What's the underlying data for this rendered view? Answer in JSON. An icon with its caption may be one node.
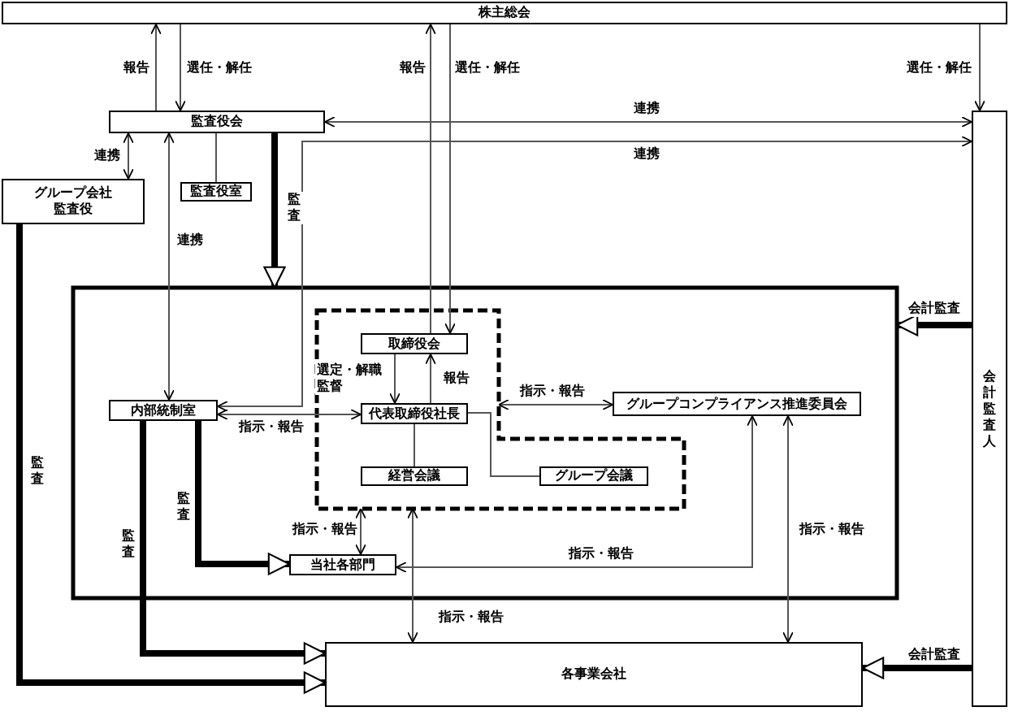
{
  "diagram": {
    "nodes": [
      {
        "text": [
          "株主総会"
        ]
      },
      {
        "text": [
          "監査役会"
        ]
      },
      {
        "text": [
          "監査役室"
        ]
      },
      {
        "text": [
          "グループ会社監査役"
        ]
      },
      {
        "text": [
          "会計監査人"
        ]
      },
      {
        "text": [],
        "shape": "box"
      },
      {
        "text": [],
        "shape": "box",
        "in": 5
      },
      {
        "text": [
          "取締役会"
        ],
        "in": 6
      },
      {
        "text": [
          "代表取締役社長"
        ],
        "in": 6
      },
      {
        "text": [
          "経営会議"
        ],
        "in": 6
      },
      {
        "text": [
          "グループ会議"
        ],
        "in": 6
      },
      {
        "text": [
          "内部統制室"
        ],
        "in": 5
      },
      {
        "text": [
          "グループコンプライアンス推進委員会"
        ],
        "in": 5
      },
      {
        "text": [
          "当社各部門"
        ],
        "in": 5
      },
      {
        "text": [
          "各事業会社"
        ]
      }
    ],
    "edges": [
      {
        "from": 1,
        "to": 0,
        "arrow": "to",
        "label": "報告"
      },
      {
        "from": 0,
        "to": 1,
        "arrow": "to",
        "label": "選任・解任"
      },
      {
        "from": 7,
        "to": 0,
        "arrow": "to",
        "label": "報告"
      },
      {
        "from": 0,
        "to": 7,
        "arrow": "to",
        "label": "選任・解任"
      },
      {
        "from": 0,
        "to": 4,
        "arrow": "to",
        "label": "選任・解任"
      },
      {
        "from": 1,
        "to": 4,
        "arrow": "both",
        "label": "連携"
      },
      {
        "from": 11,
        "to": 4,
        "arrow": "both",
        "label": "連携"
      },
      {
        "from": 1,
        "to": 3,
        "arrow": "both",
        "label": "連携"
      },
      {
        "from": 1,
        "to": 2,
        "arrow": "none"
      },
      {
        "from": 11,
        "to": 1,
        "arrow": "both",
        "label": "連携"
      },
      {
        "from": 1,
        "to": 5,
        "arrow": "to",
        "label": "監査",
        "style": "thick"
      },
      {
        "from": 4,
        "to": 5,
        "arrow": "to",
        "label": "会計監査",
        "style": "thick"
      },
      {
        "from": 7,
        "to": 8,
        "arrow": "to",
        "label": "選定・解職監督"
      },
      {
        "from": 8,
        "to": 7,
        "arrow": "to",
        "label": "報告"
      },
      {
        "from": 11,
        "to": 8,
        "arrow": "both",
        "label": "指示・報告"
      },
      {
        "from": 8,
        "to": 9,
        "arrow": "none"
      },
      {
        "from": 8,
        "to": 10,
        "arrow": "none"
      },
      {
        "from": 6,
        "to": 12,
        "arrow": "both",
        "label": "指示・報告"
      },
      {
        "from": 6,
        "to": 13,
        "arrow": "both",
        "label": "指示・報告"
      },
      {
        "from": 11,
        "to": 13,
        "arrow": "to",
        "label": "監査",
        "style": "thick"
      },
      {
        "from": 12,
        "to": 13,
        "arrow": "both",
        "label": "指示・報告"
      },
      {
        "from": 6,
        "to": 14,
        "arrow": "both",
        "label": "指示・報告"
      },
      {
        "from": 12,
        "to": 14,
        "arrow": "both",
        "label": "指示・報告"
      },
      {
        "from": 11,
        "to": 14,
        "arrow": "to",
        "label": "監査",
        "style": "thick"
      },
      {
        "from": 3,
        "to": 14,
        "arrow": "to",
        "label": "監査",
        "style": "thick"
      },
      {
        "from": 4,
        "to": 14,
        "arrow": "to",
        "label": "会計監査",
        "style": "thick"
      }
    ]
  }
}
